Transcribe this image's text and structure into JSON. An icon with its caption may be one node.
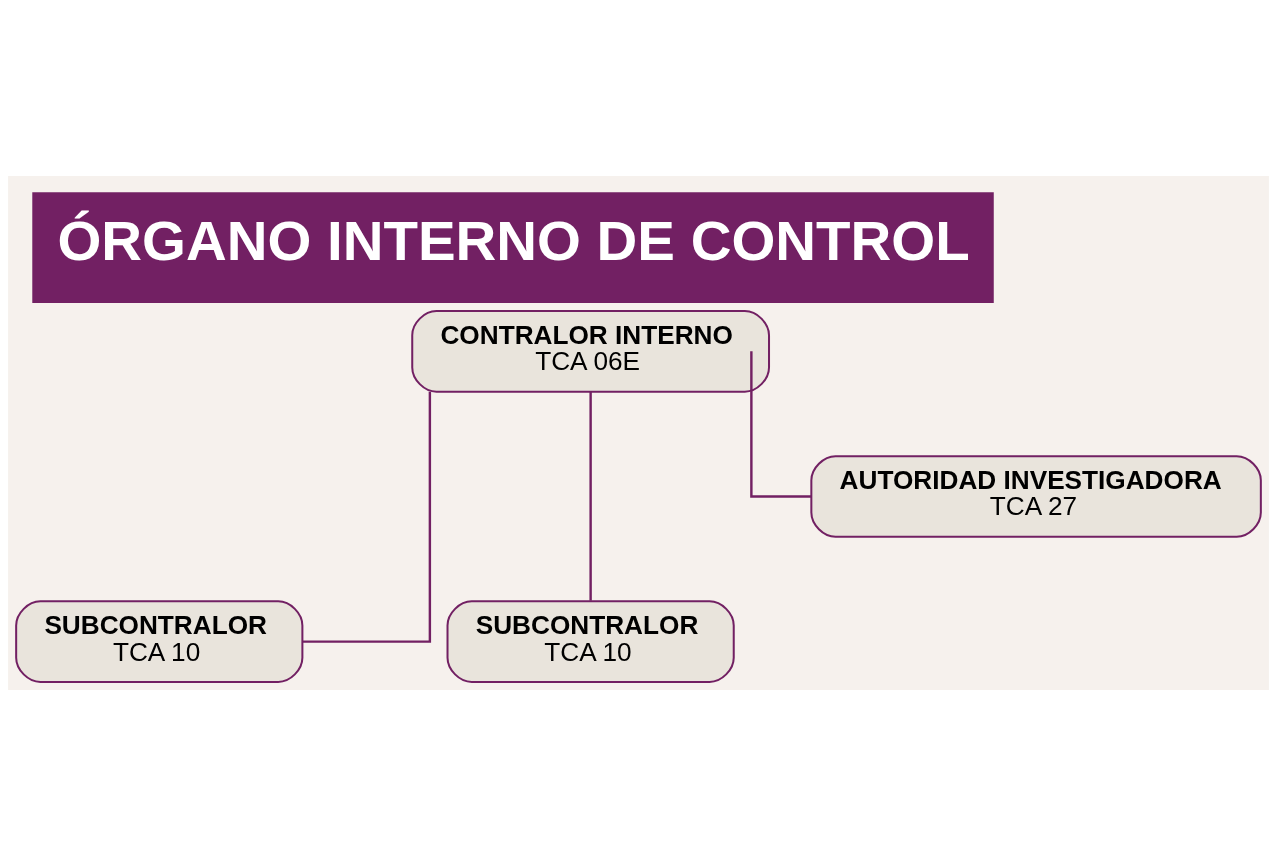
{
  "diagram": {
    "title": "ÓRGANO INTERNO DE CONTROL",
    "nodes": [
      {
        "text": [
          "CONTRALOR INTERNO",
          "TCA 06E"
        ]
      },
      {
        "text": [
          "AUTORIDAD INVESTIGADORA",
          "TCA 27"
        ]
      },
      {
        "text": [
          "SUBCONTRALOR",
          "TCA 10"
        ]
      },
      {
        "text": [
          "SUBCONTRALOR",
          "TCA 10"
        ]
      }
    ],
    "edges": [
      {
        "from": 0,
        "to": 1,
        "arrow": "none"
      },
      {
        "from": 0,
        "to": 2,
        "arrow": "none"
      },
      {
        "from": 0,
        "to": 3,
        "arrow": "none"
      }
    ]
  }
}
